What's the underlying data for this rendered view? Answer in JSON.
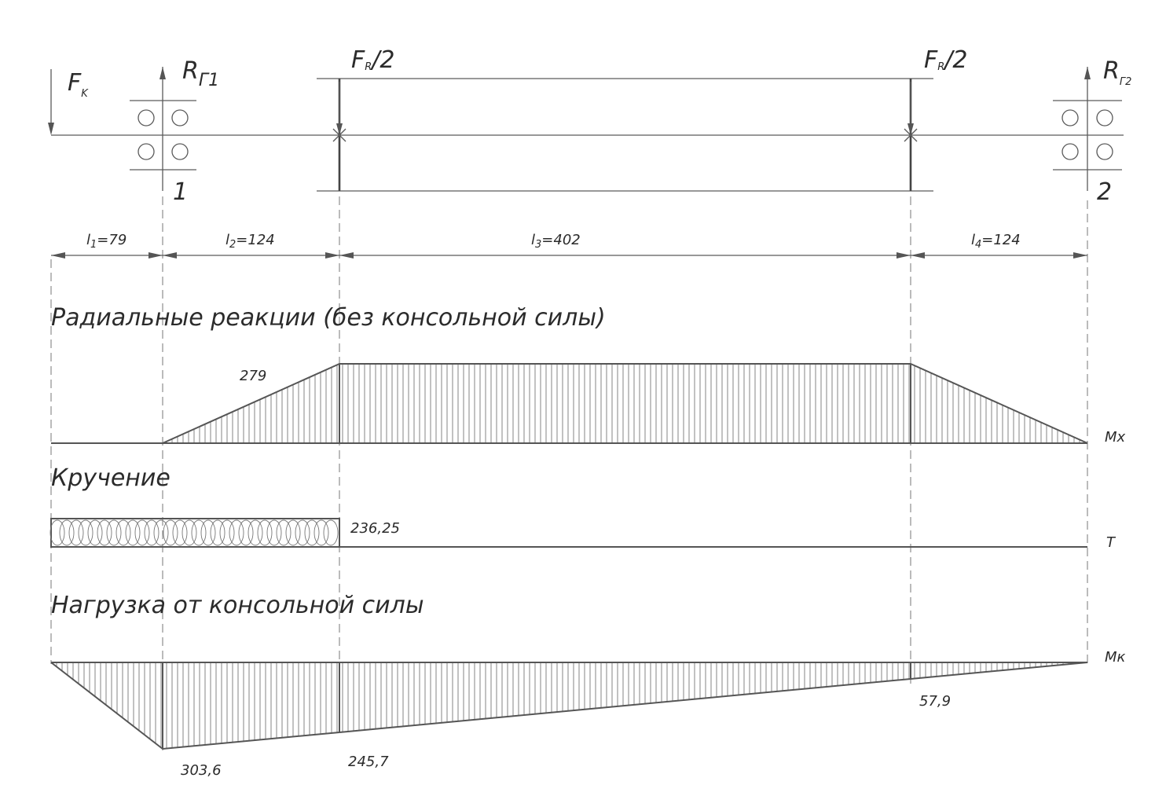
{
  "labels": {
    "force_k": "F",
    "force_k_sub": "K",
    "reaction_1": "R",
    "reaction_1_sub": "Г1",
    "reaction_2": "R",
    "reaction_2_sub": "Г2",
    "radial_left": "F",
    "radial_left_sub": "R",
    "radial_left_div": "/2",
    "radial_right": "F",
    "radial_right_sub": "R",
    "radial_right_div": "/2",
    "bearing_1": "1",
    "bearing_2": "2"
  },
  "dimensions": {
    "l1": {
      "letter": "l",
      "sub": "1",
      "value": "=79"
    },
    "l2": {
      "letter": "l",
      "sub": "2",
      "value": "=124"
    },
    "l3": {
      "letter": "l",
      "sub": "3",
      "value": "=402"
    },
    "l4": {
      "letter": "l",
      "sub": "4",
      "value": "=124"
    }
  },
  "sections": {
    "radial": {
      "title": "Радиальные реакции (без консольной силы)",
      "axis": "Mx",
      "values": [
        0,
        0,
        279,
        279,
        0
      ],
      "value_label": "279"
    },
    "torsion": {
      "title": "Кручение",
      "axis": "T",
      "value": 236.25,
      "value_label": "236,25"
    },
    "cantilever": {
      "title": "Нагрузка от консольной силы",
      "axis": "Mк",
      "values": [
        0,
        303.6,
        245.7,
        57.9,
        0
      ],
      "value_labels": [
        "303,6",
        "245,7",
        "57,9"
      ]
    }
  }
}
